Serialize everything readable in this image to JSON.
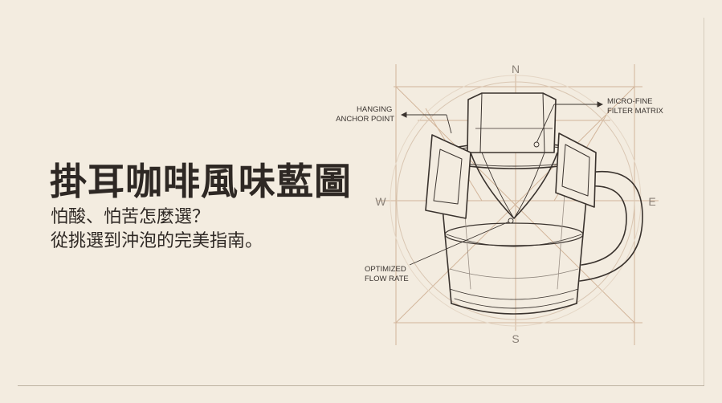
{
  "title": "掛耳咖啡風味藍圖",
  "subtitle": {
    "line1": "怕酸、怕苦怎麼選？",
    "line2": "從挑選到沖泡的完美指南。"
  },
  "compass": {
    "north": "N",
    "south": "S",
    "east": "E",
    "west": "W"
  },
  "callouts": {
    "hanging_anchor": [
      "HANGING",
      "ANCHOR POINT"
    ],
    "filter_matrix": [
      "MICRO-FINE",
      "FILTER MATRIX"
    ],
    "flow_rate": [
      "OPTIMIZED",
      "FLOW RATE"
    ]
  },
  "colors": {
    "background": "#f3ece0",
    "ink": "#2e2824",
    "construction_lines": "#d2b59a",
    "compass_label": "#8a8178"
  }
}
